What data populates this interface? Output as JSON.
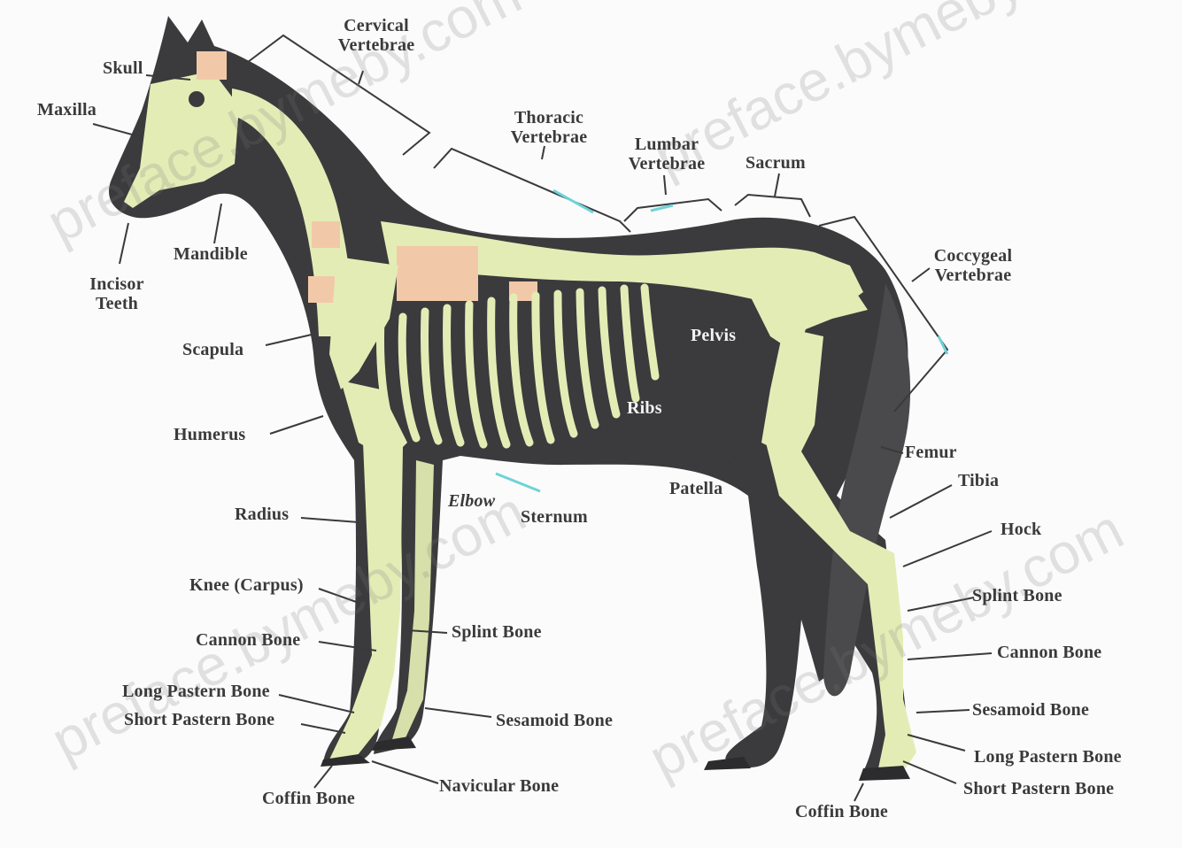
{
  "labels": {
    "skull": "Skull",
    "maxilla": "Maxilla",
    "incisor_teeth_1": "Incisor",
    "incisor_teeth_2": "Teeth",
    "mandible": "Mandible",
    "cervical_1": "Cervical",
    "cervical_2": "Vertebrae",
    "thoracic_1": "Thoracic",
    "thoracic_2": "Vertebrae",
    "lumbar_1": "Lumbar",
    "lumbar_2": "Vertebrae",
    "sacrum": "Sacrum",
    "coccygeal_1": "Coccygeal",
    "coccygeal_2": "Vertebrae",
    "scapula": "Scapula",
    "humerus": "Humerus",
    "pelvis": "Pelvis",
    "ribs": "Ribs",
    "femur": "Femur",
    "tibia": "Tibia",
    "patella": "Patella",
    "elbow": "Elbow",
    "sternum": "Sternum",
    "radius": "Radius",
    "hock": "Hock",
    "knee_carpus": "Knee (Carpus)",
    "splint_bone_front": "Splint Bone",
    "splint_bone_hind": "Splint Bone",
    "cannon_bone_front": "Cannon Bone",
    "cannon_bone_hind": "Cannon Bone",
    "long_pastern_front": "Long Pastern Bone",
    "short_pastern_front": "Short Pastern Bone",
    "sesamoid_front": "Sesamoid Bone",
    "sesamoid_hind": "Sesamoid Bone",
    "long_pastern_hind": "Long Pastern Bone",
    "short_pastern_hind": "Short Pastern Bone",
    "navicular": "Navicular Bone",
    "coffin_front": "Coffin Bone",
    "coffin_hind": "Coffin Bone"
  },
  "watermarks": {
    "wm1": "preface.bymeby.com",
    "wm2": "preface.bymeby.com",
    "wm3": "preface.bymeby.com",
    "wm4": "preface.bymeby.com"
  },
  "colors": {
    "horse_body": "#3b3b3d",
    "bone": "#e4ecb6",
    "cartilage": "#f2c9a8",
    "label_text": "#3a3a3a",
    "leader_line": "#3a3a3a",
    "accent_line": "#6fd3d8"
  }
}
